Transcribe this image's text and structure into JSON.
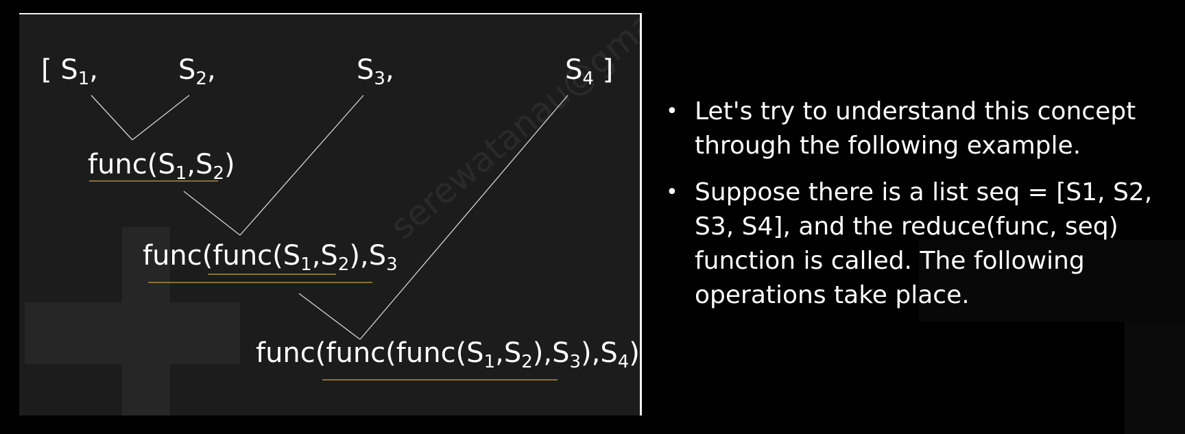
{
  "diagram": {
    "row1": {
      "s1": {
        "open": "[ ",
        "sym": "S",
        "sub": "1",
        "close": ","
      },
      "s2": {
        "sym": "S",
        "sub": "2",
        "close": ","
      },
      "s3": {
        "sym": "S",
        "sub": "3",
        "close": ","
      },
      "s4": {
        "sym": "S",
        "sub": "4",
        "close": " ]"
      }
    },
    "func_name": "func",
    "colors": {
      "underline": "#c8a24a",
      "connector": "#d8d8d8",
      "panel": "#1c1c1c",
      "panel_border": "#f2f2f2"
    }
  },
  "bullets": [
    {
      "lines": [
        "Let's try to understand this concept",
        "through the following example."
      ]
    },
    {
      "lines": [
        "Suppose there is a list seq = [S1, S2,",
        "S3, S4], and the reduce(func, seq)",
        "function is called. The following",
        "operations take place."
      ]
    }
  ],
  "watermark": {
    "text": "serewatanau@gmail.com"
  },
  "icons": {
    "bullet": "bullet-dot"
  }
}
